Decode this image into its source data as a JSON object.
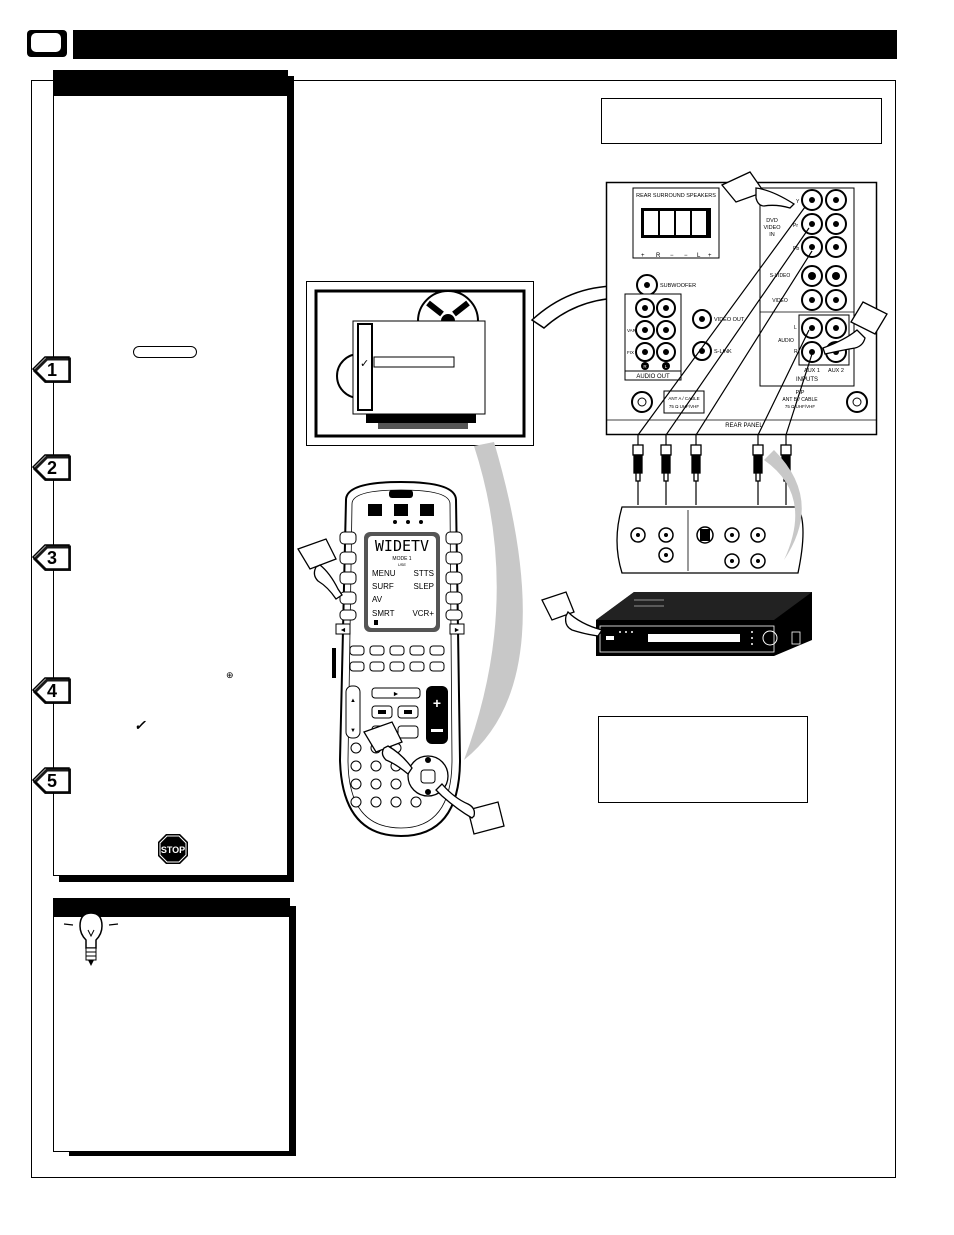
{
  "steps": [
    "1",
    "2",
    "3",
    "4",
    "5"
  ],
  "stop_sign": "STOP",
  "rear_panel": {
    "rear_surround_speakers": "REAR SURROUND SPEAKERS",
    "speaker_signs": [
      "+",
      "R",
      "−",
      "−",
      "L",
      "+"
    ],
    "dvd_video_in": [
      "DVD",
      "VIDEO",
      "IN"
    ],
    "y_label": "Y",
    "pr_label": "Pr",
    "pb_label": "Pb",
    "s_video": "S-VIDEO",
    "video": "VIDEO",
    "audio": "AUDIO",
    "l_label": "L",
    "r_label": "R",
    "aux1": "AUX 1",
    "aux2": "AUX 2",
    "inputs": "INPUTS",
    "subwoofer": "SUBWOOFER",
    "var_label": "VAR",
    "fix_label": "FIX",
    "r_circle": "R",
    "l_circle": "L",
    "audio_out": "AUDIO OUT",
    "video_out": "VIDEO OUT",
    "s_link": "S-LINK",
    "ant_a": [
      "ANT A / CABLE",
      "75 Ω  UHF/VHF"
    ],
    "pip_ant_b": [
      "PIP",
      "ANT B / CABLE",
      "75 Ω  UHF/VHF"
    ],
    "rear_panel_label": "REAR PANEL"
  },
  "remote": {
    "screen_title": "WIDETV",
    "mode": "MODE 1",
    "mode_sub": "USE",
    "left_keys": [
      "MENU",
      "SURF",
      "AV",
      "SMRT"
    ],
    "right_keys": [
      "STTS",
      "SLEP",
      "VCR+"
    ]
  }
}
